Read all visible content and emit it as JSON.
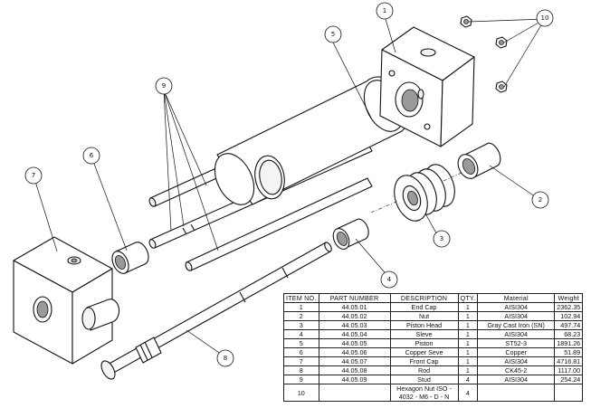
{
  "balloons": [
    "1",
    "2",
    "3",
    "4",
    "5",
    "6",
    "7",
    "8",
    "9",
    "10"
  ],
  "bom": {
    "headers": [
      "ITEM NO.",
      "PART NUMBER",
      "DESCRIPTION",
      "QTY.",
      "Material",
      "Weight"
    ],
    "rows": [
      [
        "1",
        "44.05.01",
        "End Cap",
        "1",
        "AISI304",
        "2362.35"
      ],
      [
        "2",
        "44.05.02",
        "Nut",
        "1",
        "AISI304",
        "102.94"
      ],
      [
        "3",
        "44.05.03",
        "Piston Head",
        "1",
        "Gray Cast Iron (SN)",
        "497.74"
      ],
      [
        "4",
        "44.05.04",
        "Sleve",
        "1",
        "AISI304",
        "68.23"
      ],
      [
        "5",
        "44.05.05",
        "Piston",
        "1",
        "ST52-3",
        "1891.26"
      ],
      [
        "6",
        "44.05.06",
        "Copper Seve",
        "1",
        "Copper",
        "51.89"
      ],
      [
        "7",
        "44.05.07",
        "Front Cap",
        "1",
        "AISI304",
        "4716.81"
      ],
      [
        "8",
        "44.05.08",
        "Rod",
        "1",
        "CK45-2",
        "1117.00"
      ],
      [
        "9",
        "44.05.09",
        "Stud",
        "4",
        "AISI304",
        "254.24"
      ],
      [
        "10",
        "",
        "Hexagon Nut ISO - 4032 - M6 - D - N",
        "4",
        "",
        ""
      ]
    ]
  }
}
